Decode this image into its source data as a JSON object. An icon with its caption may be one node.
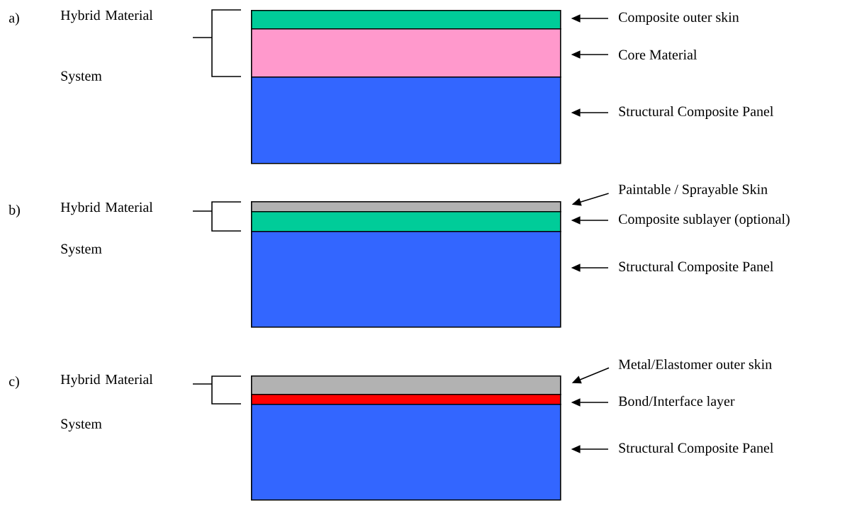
{
  "diagram": {
    "nodes": [
      {
        "text": [],
        "shape": "box"
      },
      {
        "text": [],
        "shape": "box"
      },
      {
        "text": [],
        "shape": "box"
      },
      {
        "text": [
          "Composite outer skin"
        ]
      },
      {
        "text": [
          "Core Material"
        ]
      },
      {
        "text": [
          "Structural Composite Panel"
        ]
      },
      {
        "text": [],
        "shape": "box"
      },
      {
        "text": [],
        "shape": "box"
      },
      {
        "text": [],
        "shape": "box"
      },
      {
        "text": [
          "Paintable / Sprayable Skin"
        ]
      },
      {
        "text": [
          "Composite sublayer (optional)"
        ]
      },
      {
        "text": [
          "Structural Composite Panel"
        ]
      },
      {
        "text": [],
        "shape": "box"
      },
      {
        "text": [],
        "shape": "box"
      },
      {
        "text": [],
        "shape": "box"
      },
      {
        "text": [
          "Metal/Elastomer outer skin"
        ]
      },
      {
        "text": [
          "Bond/Interface layer"
        ]
      },
      {
        "text": [
          "Structural Composite Panel"
        ]
      }
    ],
    "edges": [
      {
        "from": 3,
        "to": 0,
        "arrow": "to"
      },
      {
        "from": 4,
        "to": 1,
        "arrow": "to"
      },
      {
        "from": 5,
        "to": 2,
        "arrow": "to"
      },
      {
        "from": 9,
        "to": 6,
        "arrow": "to"
      },
      {
        "from": 10,
        "to": 7,
        "arrow": "to"
      },
      {
        "from": 11,
        "to": 8,
        "arrow": "to"
      },
      {
        "from": 15,
        "to": 12,
        "arrow": "to"
      },
      {
        "from": 16,
        "to": 13,
        "arrow": "to"
      },
      {
        "from": 17,
        "to": 14,
        "arrow": "to"
      }
    ],
    "labels": [
      "a)",
      "Hybrid Material System",
      "b)",
      "Hybrid Material System",
      "c)",
      "Hybrid Material System"
    ]
  }
}
